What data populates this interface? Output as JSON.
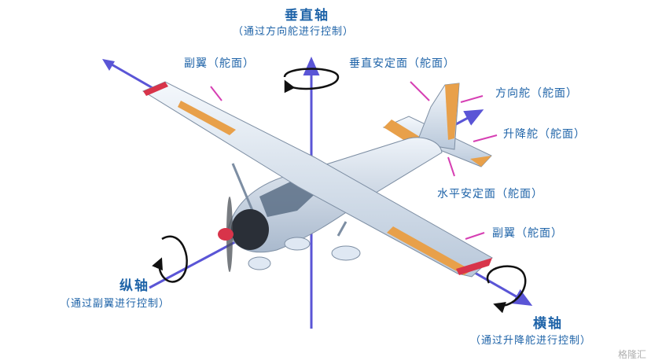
{
  "axes": {
    "vertical": {
      "title": "垂直轴",
      "subtitle": "（通过方向舵进行控制）"
    },
    "longitudinal": {
      "title": "纵轴",
      "subtitle": "（通过副翼进行控制）"
    },
    "lateral": {
      "title": "横轴",
      "subtitle": "（通过升降舵进行控制）"
    }
  },
  "parts": {
    "aileron_top": "副翼（舵面）",
    "vertical_stabilizer": "垂直安定面（舵面）",
    "rudder": "方向舵（舵面）",
    "elevator": "升降舵（舵面）",
    "horizontal_stabilizer": "水平安定面（舵面）",
    "aileron_bottom": "副翼（舵面）"
  },
  "watermark": "格隆汇",
  "colors": {
    "axis_arrow": "#5a55d6",
    "label_text": "#1e63a8",
    "leader_line": "#d63fb3",
    "control_surface": "#e8a04a",
    "airframe": "#dfe8f3",
    "propeller_spinner": "#d8344a"
  }
}
